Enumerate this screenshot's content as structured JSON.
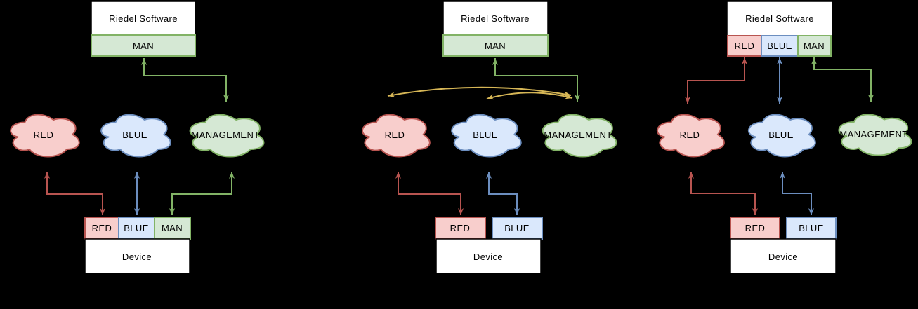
{
  "colors": {
    "background": "#000000",
    "red_fill": "#f8cecc",
    "red_stroke": "#b85450",
    "blue_fill": "#dae8fc",
    "blue_stroke": "#6c8ebf",
    "green_fill": "#d5e8d4",
    "green_stroke": "#82b366",
    "yellow_stroke": "#d6b656",
    "box_fill": "#ffffff",
    "box_stroke": "#000000",
    "text": "#000000"
  },
  "diagrams": [
    {
      "software_label": "Riedel Software",
      "software_ports": [
        "MAN"
      ],
      "clouds": [
        "RED",
        "BLUE",
        "MANAGEMENT"
      ],
      "device_ports": [
        "RED",
        "BLUE",
        "MAN"
      ],
      "device_label": "Device"
    },
    {
      "software_label": "Riedel Software",
      "software_ports": [
        "MAN"
      ],
      "clouds": [
        "RED",
        "BLUE",
        "MANAGEMENT"
      ],
      "device_ports": [
        "RED",
        "BLUE"
      ],
      "device_label": "Device"
    },
    {
      "software_label": "Riedel Software",
      "software_ports": [
        "RED",
        "BLUE",
        "MAN"
      ],
      "clouds": [
        "RED",
        "BLUE",
        "MANAGEMENT"
      ],
      "device_ports": [
        "RED",
        "BLUE"
      ],
      "device_label": "Device"
    }
  ]
}
